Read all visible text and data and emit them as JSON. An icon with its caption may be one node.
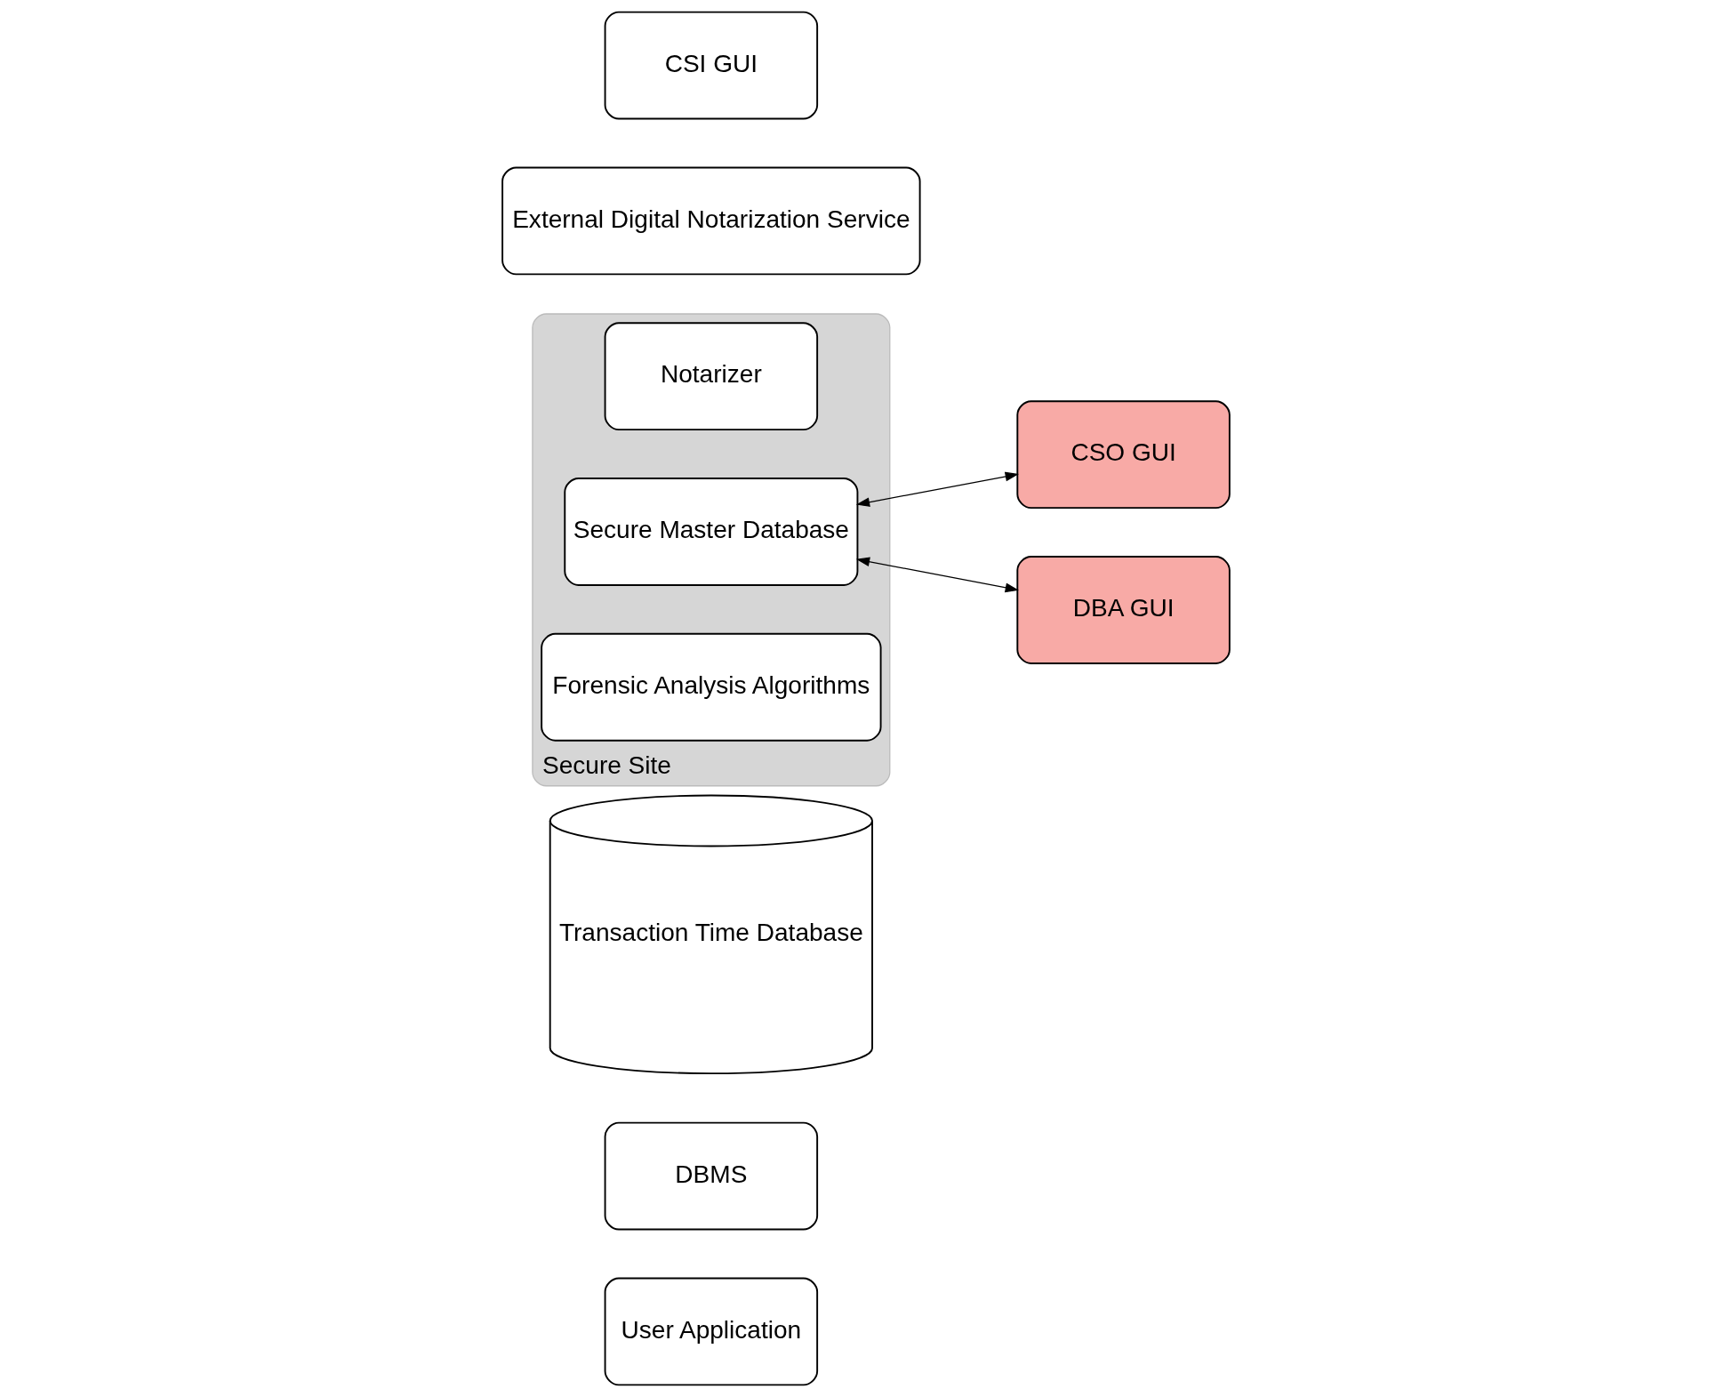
{
  "diagram": {
    "nodes": [
      {
        "text": [
          "User Application"
        ]
      },
      {
        "text": [
          "DBMS"
        ]
      },
      {
        "text": [
          "Transaction Time Database"
        ]
      },
      {
        "text": [
          "Secure Site"
        ]
      },
      {
        "text": [
          "Notarizer"
        ],
        "in": 3
      },
      {
        "text": [
          "Secure Master Database"
        ],
        "in": 3
      },
      {
        "text": [
          "Forensic Analysis Algorithms"
        ],
        "in": 3
      },
      {
        "text": [
          "External Digital Notarization Service"
        ]
      },
      {
        "text": [
          "CSO GUI"
        ]
      },
      {
        "text": [
          "DBA GUI"
        ]
      },
      {
        "text": [
          "CSI GUI"
        ]
      }
    ],
    "edges": [
      {
        "from": 5,
        "to": 8,
        "arrow": "both"
      },
      {
        "from": 5,
        "to": 9,
        "arrow": "both"
      }
    ]
  }
}
